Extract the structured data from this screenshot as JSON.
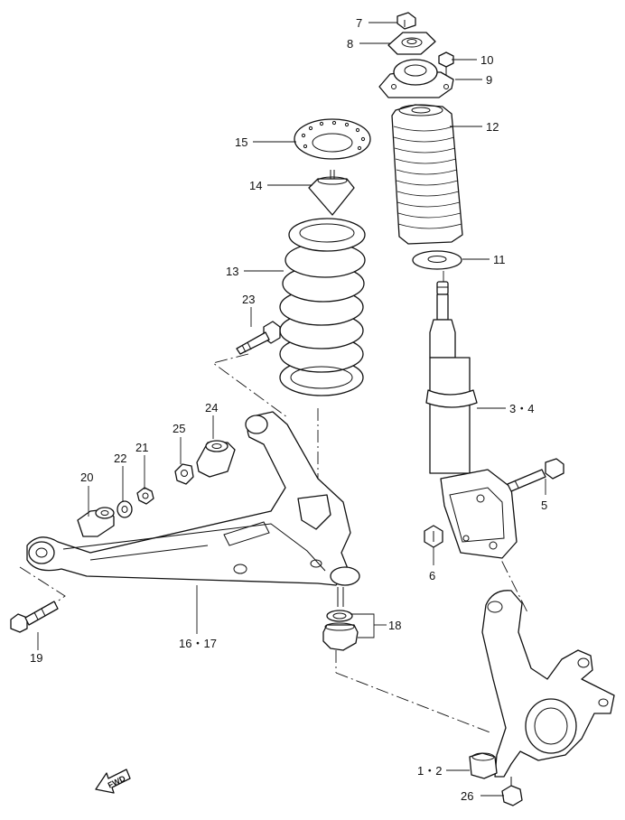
{
  "callouts": {
    "c1_2": "1・2",
    "c3_4": "3・4",
    "c5": "5",
    "c6": "6",
    "c7": "7",
    "c8": "8",
    "c9": "9",
    "c10": "10",
    "c11": "11",
    "c12": "12",
    "c13": "13",
    "c14": "14",
    "c15": "15",
    "c16_17": "16・17",
    "c18": "18",
    "c19": "19",
    "c20": "20",
    "c21": "21",
    "c22": "22",
    "c23": "23",
    "c24": "24",
    "c25": "25",
    "c26": "26"
  },
  "direction_arrow": {
    "label": "FWD",
    "icon": "direction-arrow-icon"
  }
}
